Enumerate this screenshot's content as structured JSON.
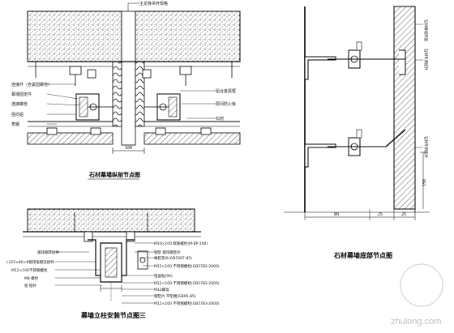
{
  "panel_a": {
    "top_label": "主龙骨吊杆规格",
    "left_labels": [
      "连接件（含紧固螺栓）",
      "幕墙固定件",
      "连接螺栓",
      "竖向铝",
      "角钢"
    ],
    "right_labels": [
      "铝合金竖框",
      "层间防火板",
      "石材"
    ],
    "dimension": "100",
    "title": "石材幕墙纵剖节点图"
  },
  "panel_b": {
    "left_labels": [
      "镀锌钢转接件",
      "L125×80×8镀锌角钢连接件",
      "M12×100不锈钢螺栓",
      "M8 螺栓",
      "铝 铝材"
    ],
    "right_labels": [
      "M10×100 膨胀螺栓(M-8P-100)",
      "钢垫 镀锌钢垫片",
      "橡胶垫片(GB5287-85)",
      "M12×100 不锈钢螺栓(GB5782-2000)",
      "铝竖框(90)",
      "M12×100 不锈钢螺栓(GB5782-2000)",
      "M12螺母",
      "钢垫片 平垫圈(GB95-85)",
      "M12×100 不锈钢螺栓(GB5783-2000)"
    ],
    "title": "幕墙立柱安装节点图三"
  },
  "panel_c": {
    "vertical_labels": [
      "石材幕墙饰面",
      "石材专用挂件",
      "石材专用挂件"
    ],
    "dimensions": [
      "150",
      "80",
      "25",
      "25"
    ],
    "title": "石材幕墙底部节点图"
  },
  "watermark": "zhulong.com",
  "colors": {
    "ink": "#000000",
    "hatch": "#555555",
    "watermark": "#bdbdbd"
  }
}
